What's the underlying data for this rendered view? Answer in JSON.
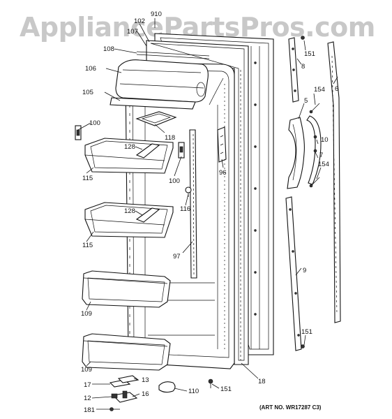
{
  "watermark": "AppliancePartsPros.com",
  "art_number": "(ART NO. WR17287 C3)",
  "labels": {
    "l910": "910",
    "l102": "102",
    "l107": "107",
    "l108": "108",
    "l106": "106",
    "l105": "105",
    "l100a": "100",
    "l118": "118",
    "l128a": "128",
    "l115a": "115",
    "l100b": "100",
    "l96": "96",
    "l116": "116",
    "l128b": "128",
    "l115b": "115",
    "l97": "97",
    "l109a": "109",
    "l109b": "109",
    "l13": "13",
    "l17": "17",
    "l16": "16",
    "l12": "12",
    "l181": "181",
    "l110": "110",
    "l151c": "151",
    "l18": "18",
    "l151a": "151",
    "l8": "8",
    "l6": "6",
    "l154a": "154",
    "l5": "5",
    "l10": "10",
    "l7": "7",
    "l154b": "154",
    "l9": "9",
    "l151b": "151"
  }
}
